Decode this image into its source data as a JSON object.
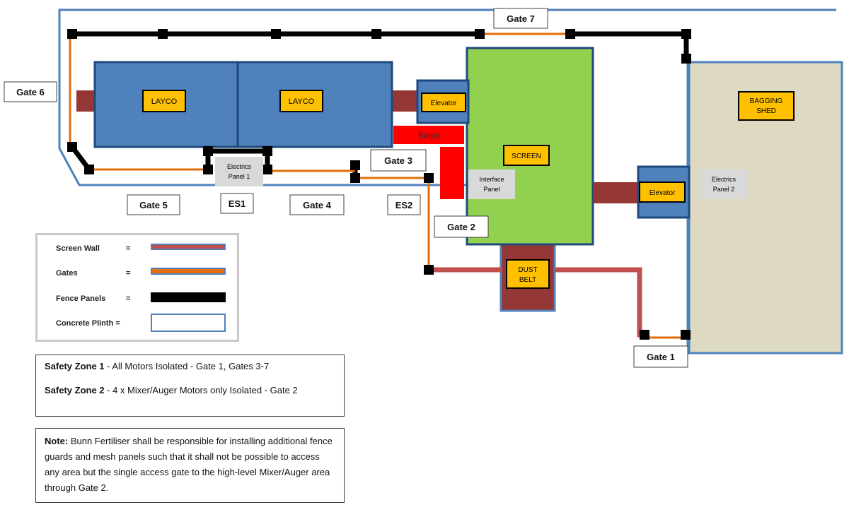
{
  "labels": {
    "layco_1": "LAYCO",
    "layco_2": "LAYCO",
    "elevator_1": "Elevator",
    "elevator_2": "Elevator",
    "steps": "Steps",
    "screen": "SCREEN",
    "interface_panel": [
      "Interface",
      "Panel"
    ],
    "electrics_panel_1": [
      "Electrics",
      "Panel 1"
    ],
    "electrics_panel_2": [
      "Electrics",
      "Panel 2"
    ],
    "bagging_shed": [
      "BAGGING",
      "SHED"
    ],
    "dust_belt": [
      "DUST",
      "BELT"
    ]
  },
  "callouts": {
    "gate_1": "Gate 1",
    "gate_2": "Gate 2",
    "gate_3": "Gate 3",
    "gate_4": "Gate 4",
    "gate_5": "Gate 5",
    "gate_6": "Gate 6",
    "gate_7": "Gate 7",
    "es1": "ES1",
    "es2": "ES2"
  },
  "legend": {
    "screen_wall": "Screen Wall",
    "gates": "Gates",
    "fence_panels": "Fence Panels",
    "concrete_plinth": "Concrete Plinth =",
    "eq": "=",
    "colors": {
      "screen_wall": "#c0504d",
      "gates": "#e46c0a",
      "fence_panels": "#000000",
      "concrete_plinth": "#4f81bd"
    }
  },
  "zones": {
    "zone1_bold": "Safety Zone 1",
    "zone1_text": " - All Motors Isolated - Gate 1, Gates 3-7",
    "zone2_bold": "Safety Zone 2",
    "zone2_text": " - 4 x Mixer/Auger Motors only Isolated  - Gate 2"
  },
  "note": {
    "bold": "Note:",
    "text": " Bunn Fertiliser shall be responsible for installing additional fence guards and mesh panels such that it shall not be possible to access any area but the single access gate to the high-level Mixer/Auger area through Gate 2."
  }
}
